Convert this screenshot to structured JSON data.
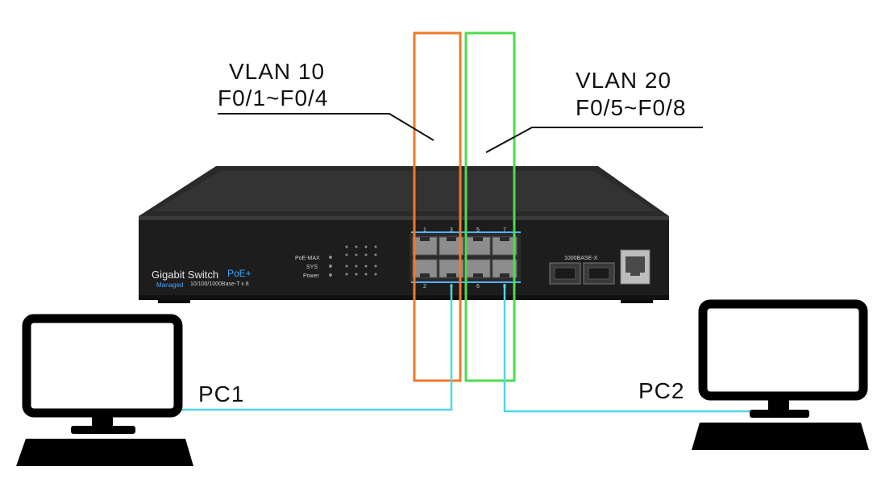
{
  "vlan10": {
    "title": "VLAN 10",
    "ports": "F0/1~F0/4",
    "color": "#f07a2a"
  },
  "vlan20": {
    "title": "VLAN 20",
    "ports": "F0/5~F0/8",
    "color": "#4ddc4d"
  },
  "pc1": {
    "label": "PC1"
  },
  "pc2": {
    "label": "PC2"
  },
  "cable_color": "#4fd6e8",
  "switch": {
    "brand_line1": "Gigabit Switch",
    "brand_poe": "PoE+",
    "brand_line2": "Managed",
    "model_text": "10/100/1000Base-T x 8",
    "sfp_label": "1000BASE-X",
    "port_numbers_top": [
      "1",
      "3",
      "5",
      "7"
    ],
    "port_numbers_bottom": [
      "2",
      "4",
      "6",
      "8"
    ],
    "led_labels": [
      "PoE-MAX",
      "SYS",
      "Power"
    ]
  }
}
